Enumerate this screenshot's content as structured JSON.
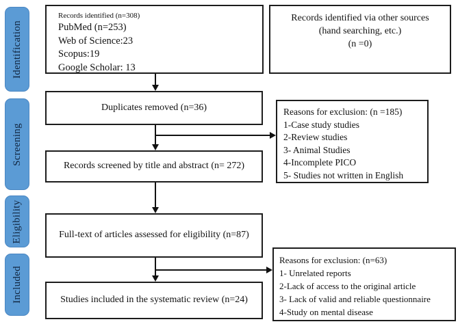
{
  "diagram": {
    "sidebar": {
      "color": "#5B9BD5",
      "stages": [
        {
          "label": "Identification"
        },
        {
          "label": "Screening"
        },
        {
          "label": "Eligibility"
        },
        {
          "label": "Included"
        }
      ]
    },
    "boxes": {
      "records_identified": {
        "lines": [
          "Records identified (n=308)",
          "PubMed (n=253)",
          "Web of Science:23",
          "Scopus:19",
          "Google Scholar: 13"
        ]
      },
      "other_sources": {
        "lines": [
          "Records identified via other sources",
          "(hand searching, etc.)",
          "(n =0)"
        ]
      },
      "duplicates_removed": {
        "text": "Duplicates removed (n=36)"
      },
      "exclusion_1": {
        "lines": [
          "Reasons for exclusion: (n =185)",
          "1-Case study studies",
          "2-Review studies",
          "3- Animal Studies",
          "4-Incomplete PICO",
          "5- Studies not written in English"
        ]
      },
      "records_screened": {
        "text": "Records screened by title and abstract (n= 272)"
      },
      "fulltext_assessed": {
        "text": "Full-text of articles assessed for eligibility (n=87)"
      },
      "exclusion_2": {
        "lines": [
          "Reasons for exclusion: (n=63)",
          "1- Unrelated reports",
          "2-Lack of access to the original article",
          "3- Lack of valid and reliable questionnaire",
          "4-Study on mental disease"
        ]
      },
      "studies_included": {
        "text": "Studies included in the systematic review (n=24)"
      }
    }
  }
}
